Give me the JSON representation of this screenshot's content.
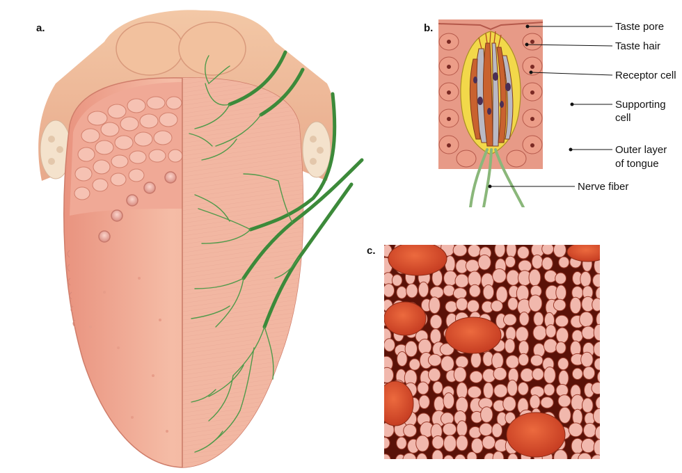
{
  "panels": {
    "a": {
      "letter": "a."
    },
    "b": {
      "letter": "b."
    },
    "c": {
      "letter": "c."
    }
  },
  "callouts": {
    "taste_pore": "Taste pore",
    "taste_hair": "Taste hair",
    "receptor_cell": "Receptor cell",
    "supporting_cell_line1": "Supporting",
    "supporting_cell_line2": "cell",
    "outer_layer_line1": "Outer layer",
    "outer_layer_line2": "of tongue",
    "nerve_fiber": "Nerve fiber"
  },
  "colors": {
    "tongue_flesh": "#f0b49a",
    "tongue_shadow": "#d98a74",
    "nerve_green": "#3c8a3a",
    "supporting_cell_yellow": "#f2d84a",
    "receptor_cell_orange": "#c9622f",
    "micrograph_red": "#d64a2c",
    "papilla_pink": "#f1b8ad"
  }
}
